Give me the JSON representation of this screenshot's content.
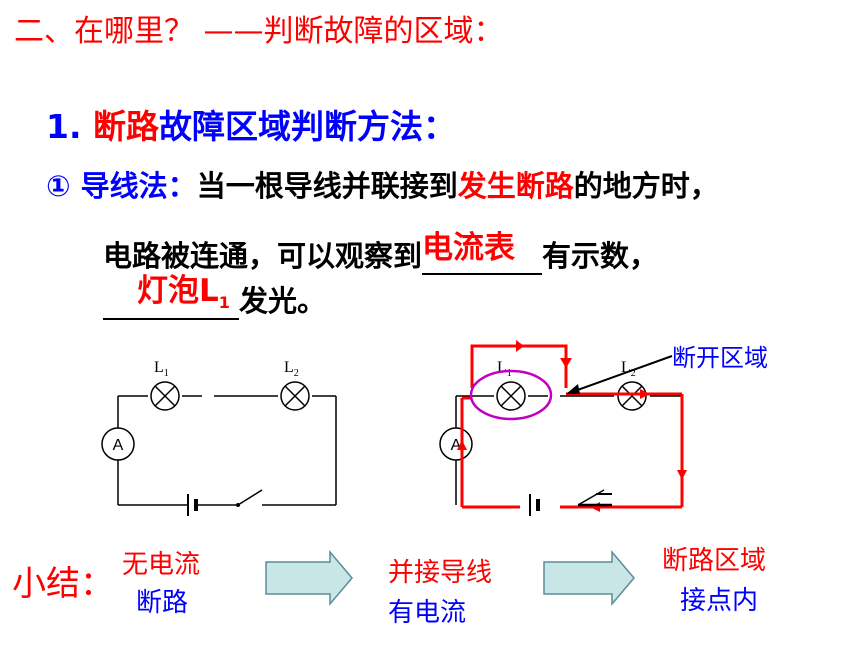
{
  "title": "二、在哪里？ ——判断故障的区域：",
  "heading": {
    "num": "1.",
    "key": "断路",
    "rest": "故障区域判断方法："
  },
  "method": {
    "marker": "①",
    "name": "导线法：",
    "text1": "当一根导线并联接到",
    "key": "发生断路",
    "text2": "的地方时，"
  },
  "line2": {
    "text1": "电路被连通，可以观察到",
    "answer": "电流表",
    "text2": "有示数，"
  },
  "line3": {
    "answer": "灯泡L",
    "answer_sub": "1",
    "text": "发光。"
  },
  "diagram": {
    "lamp1": "L",
    "lamp1_sub": "1",
    "lamp2": "L",
    "lamp2_sub": "2",
    "ammeter": "A",
    "callout": "断开区域"
  },
  "summary": {
    "label": "小结：",
    "step1": [
      "无电流",
      "断路"
    ],
    "step2": [
      "并接导线",
      "有电流"
    ],
    "step3": [
      "断路区域",
      "接点内"
    ]
  },
  "colors": {
    "red": "#ff0000",
    "blue": "#0000ff",
    "arrow_fill": "#c8e6e6",
    "arrow_stroke": "#5a8c96",
    "ellipse": "#c000c0"
  }
}
